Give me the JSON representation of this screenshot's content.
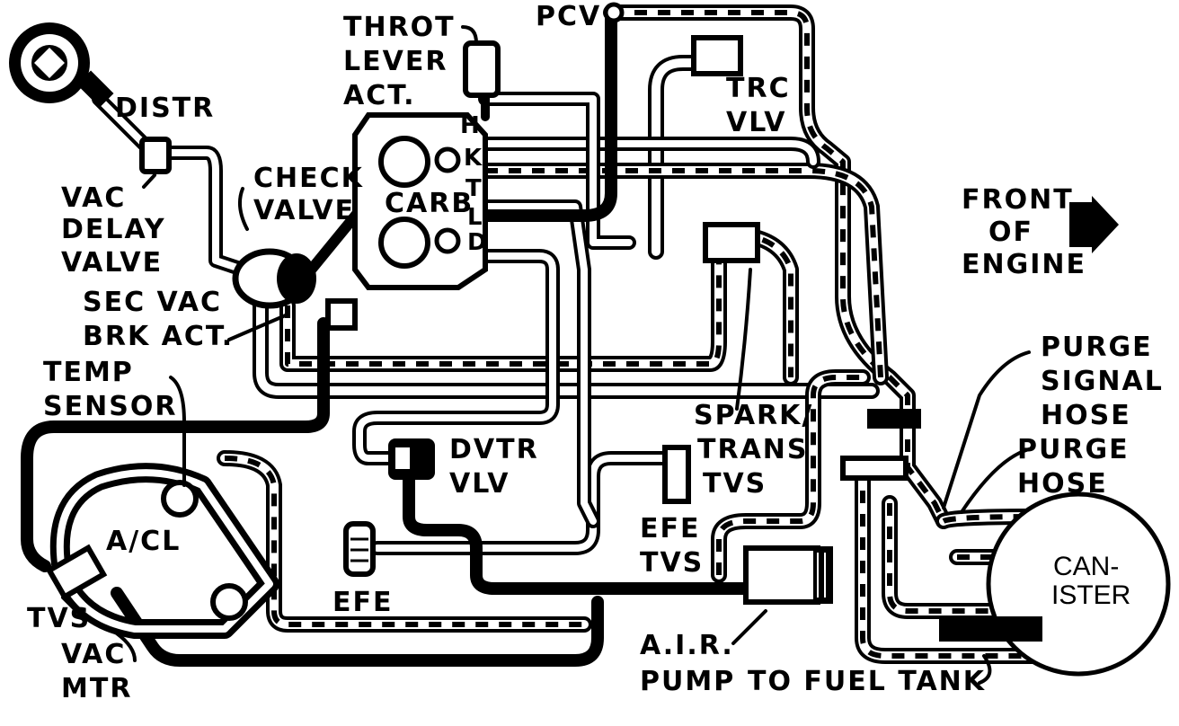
{
  "labels": {
    "distr": "DISTR",
    "vac_delay_valve": [
      "VAC",
      "DELAY",
      "VALVE"
    ],
    "throt_lever_act": [
      "THROT",
      "LEVER",
      "ACT."
    ],
    "pcv": "PCV",
    "trc_vlv": [
      "TRC",
      "VLV"
    ],
    "check_valve": [
      "CHECK",
      "VALVE"
    ],
    "carb": "CARB",
    "carb_ports": [
      "H",
      "K",
      "T",
      "L",
      "D"
    ],
    "front_of_engine": [
      "FRONT",
      "OF",
      "ENGINE"
    ],
    "sec_vac_brk_act": [
      "SEC VAC",
      "BRK ACT."
    ],
    "temp_sensor": [
      "TEMP",
      "SENSOR"
    ],
    "purge_signal_hose": [
      "PURGE",
      "SIGNAL",
      "HOSE"
    ],
    "purge_hose": [
      "PURGE",
      "HOSE"
    ],
    "spark_trans_tvs": [
      "SPARK/",
      "TRANS",
      "TVS"
    ],
    "dvtr_vlv": [
      "DVTR",
      "VLV"
    ],
    "a_cl": "A/CL",
    "efe_tvs": [
      "EFE",
      "TVS"
    ],
    "efe": "EFE",
    "canister": [
      "CAN-",
      "ISTER"
    ],
    "tvs": "TVS",
    "vac_mtr": [
      "VAC",
      "MTR"
    ],
    "air_pump": [
      "A.I.R.",
      "PUMP"
    ],
    "to_fuel_tank": "TO FUEL TANK"
  },
  "colors": {
    "ink": "#000000",
    "paper": "#ffffff"
  },
  "icons": {
    "front_arrow": "arrow-right-icon"
  }
}
